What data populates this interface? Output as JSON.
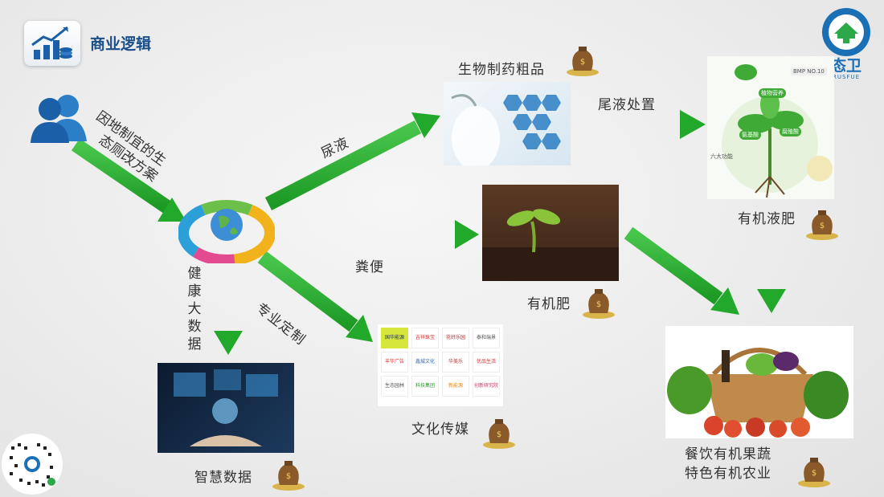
{
  "header": {
    "title": "商业逻辑"
  },
  "logo": {
    "brand_text": "RUSFUE",
    "brand_cn": "态卫",
    "color": "#1a6fb5"
  },
  "colors": {
    "arrow_green": "#22a82a",
    "title_blue": "#1a4f8a"
  },
  "diagram": {
    "source_label_lines": [
      "因地制宜的生",
      "态厕改方案"
    ],
    "urine_label": "尿液",
    "waste_liquid_label": "尾液处置",
    "feces_label": "粪便",
    "health_data_label": [
      "健",
      "康",
      "大",
      "数",
      "据"
    ],
    "customization_label": "专业定制",
    "biopharma_label": "生物制药粗品",
    "organic_liquid_label": "有机液肥",
    "organic_fertilizer_label": "有机肥",
    "smart_data_label": "智慧数据",
    "culture_media_label": "文化传媒",
    "catering_label_lines": [
      "餐饮有机果蔬",
      "特色有机农业"
    ]
  },
  "fertilizer_panel": {
    "badge": "BMP NO.10",
    "tags": [
      "氨基酸",
      "腐殖酸",
      "植物营养"
    ],
    "side_title": "六大功能"
  },
  "media_logos": [
    "国华能源",
    "吉祥珠宝",
    "花好乐园",
    "泰和瑞景",
    "丰华广告",
    "鑫城文化",
    "华美乐",
    "优品生活",
    "生态园林",
    "科技集团",
    "新能源",
    "创新研究院"
  ]
}
